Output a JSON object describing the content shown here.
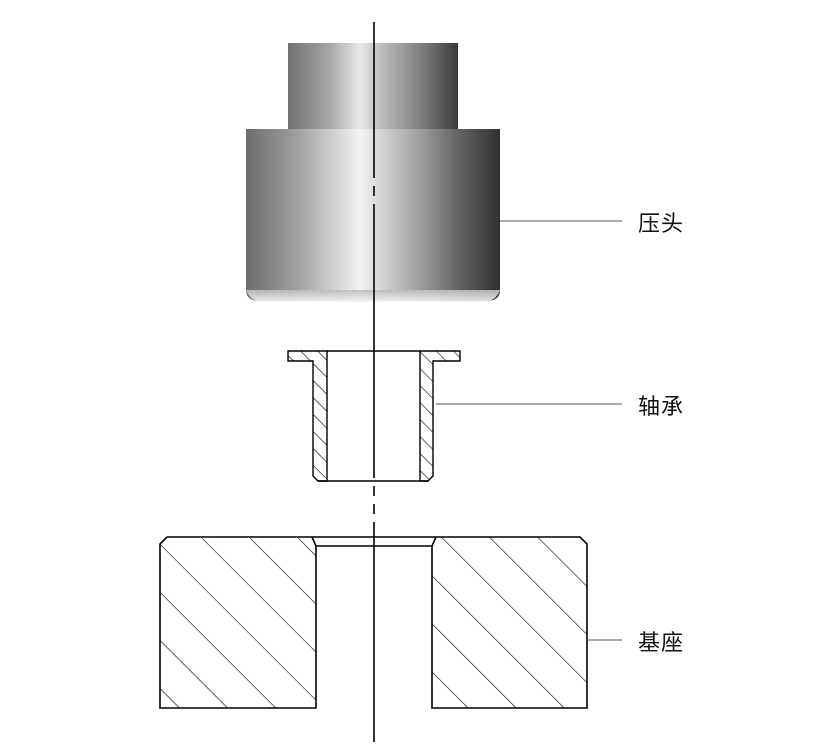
{
  "labels": {
    "press_head": "压头",
    "bearing": "轴承",
    "base": "基座"
  },
  "colors": {
    "line": "#000000",
    "leader": "#555555",
    "metal_dark": "#3a3a3a",
    "metal_light": "#f2f2f2"
  }
}
